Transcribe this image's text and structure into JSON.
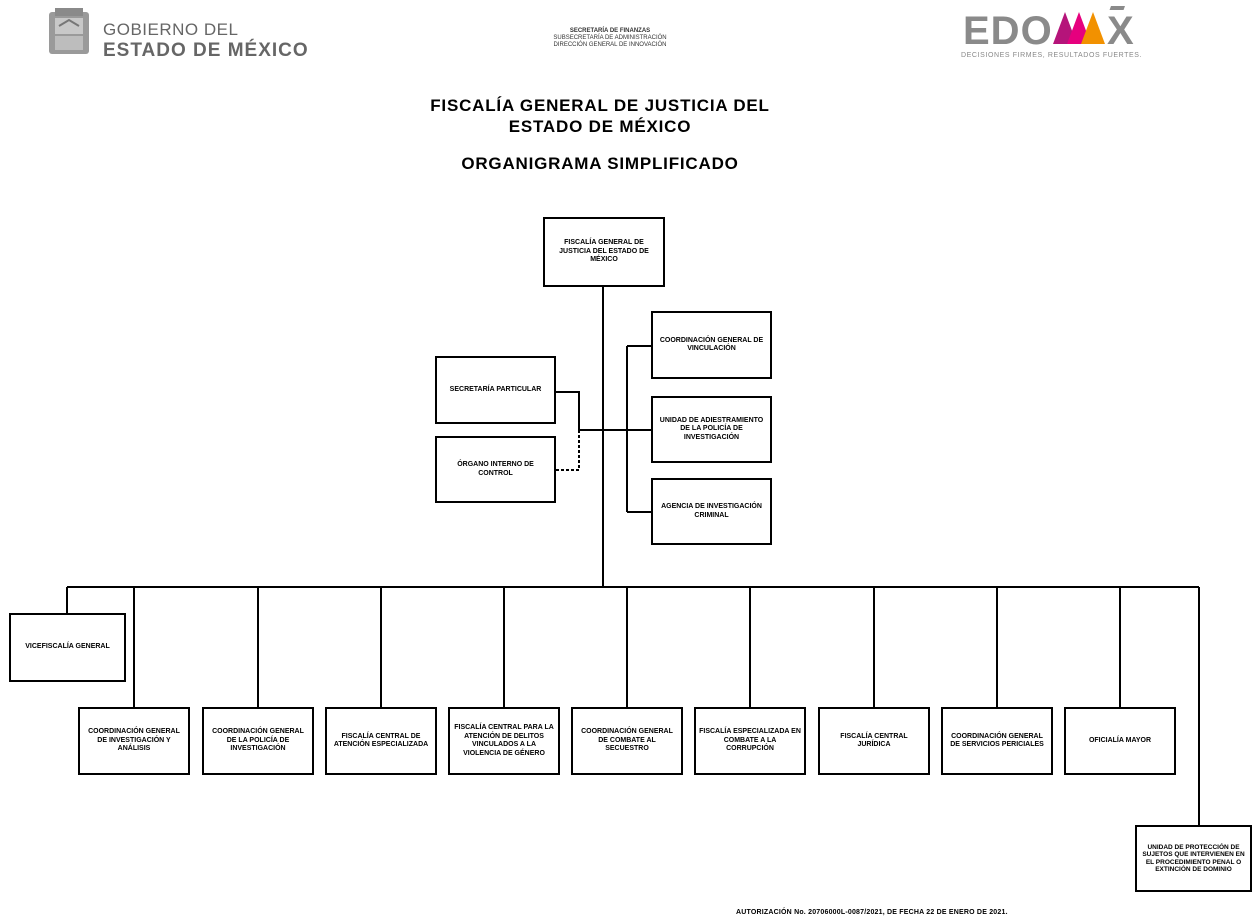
{
  "header": {
    "gov_line1": "GOBIERNO DEL",
    "gov_line2": "ESTADO DE MÉXICO",
    "center_line1": "SECRETARÍA DE FINANZAS",
    "center_line2": "SUBSECRETARÍA DE ADMINISTRACIÓN",
    "center_line3": "DIRECCIÓN GENERAL DE INNOVACIÓN",
    "brand": "EDOMÉX",
    "brand_tagline": "DECISIONES FIRMES, RESULTADOS FUERTES."
  },
  "titles": {
    "line1": "FISCALÍA GENERAL DE JUSTICIA DEL",
    "line2": "ESTADO DE MÉXICO",
    "line3": "ORGANIGRAMA SIMPLIFICADO"
  },
  "org": {
    "root": "FISCALÍA GENERAL DE JUSTICIA DEL ESTADO DE MÉXICO",
    "staff_left": [
      "SECRETARÍA PARTICULAR",
      "ÓRGANO INTERNO DE CONTROL"
    ],
    "staff_right": [
      "COORDINACIÓN GENERAL DE VINCULACIÓN",
      "UNIDAD DE ADIESTRAMIENTO DE LA POLICÍA DE INVESTIGACIÓN",
      "AGENCIA DE INVESTIGACIÓN CRIMINAL"
    ],
    "vicefiscalia": "VICEFISCALÍA GENERAL",
    "bottom_row": [
      "COORDINACIÓN GENERAL DE INVESTIGACIÓN Y ANÁLISIS",
      "COORDINACIÓN GENERAL DE LA POLICÍA DE INVESTIGACIÓN",
      "FISCALÍA CENTRAL DE ATENCIÓN ESPECIALIZADA",
      "FISCALÍA CENTRAL PARA LA ATENCIÓN DE DELITOS VINCULADOS A LA VIOLENCIA DE GÉNERO",
      "COORDINACIÓN GENERAL DE COMBATE AL SECUESTRO",
      "FISCALÍA ESPECIALIZADA EN COMBATE A LA CORRUPCIÓN",
      "FISCALÍA CENTRAL JURÍDICA",
      "COORDINACIÓN GENERAL DE SERVICIOS PERICIALES",
      "OFICIALÍA MAYOR"
    ],
    "far_right": "UNIDAD DE PROTECCIÓN DE SUJETOS QUE INTERVIENEN EN EL PROCEDIMIENTO PENAL O EXTINCIÓN DE DOMINIO"
  },
  "footer": "AUTORIZACIÓN No. 20706000L-0087/2021, DE FECHA 22 DE ENERO DE 2021.",
  "colors": {
    "line": "#000000",
    "brand_magenta": "#b5147a",
    "brand_orange": "#f29100",
    "gray": "#777777"
  }
}
